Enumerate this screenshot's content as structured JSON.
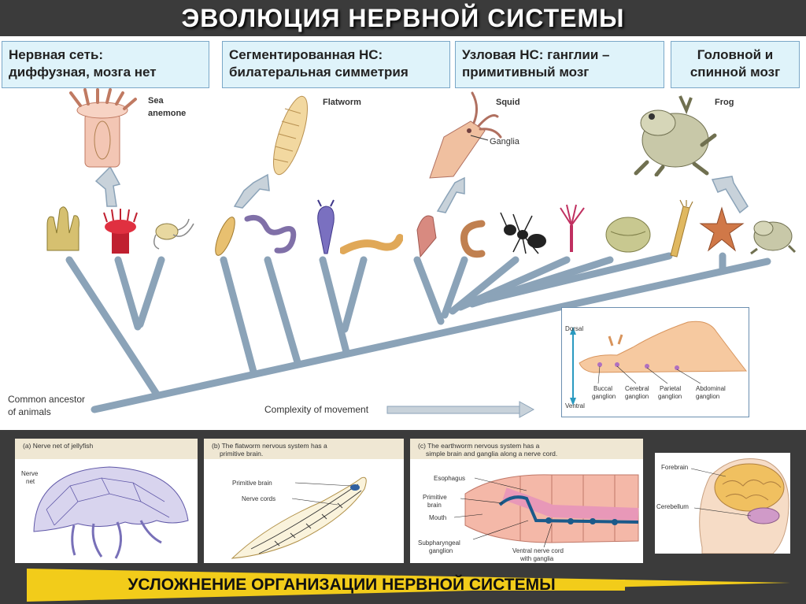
{
  "title": "ЭВОЛЮЦИЯ НЕРВНОЙ СИСТЕМЫ",
  "headers": [
    {
      "text1": "Нервная сеть:",
      "text2": "диффузная,  мозга нет"
    },
    {
      "text1": "Сегментированная НС:",
      "text2": "билатеральная симметрия"
    },
    {
      "text1": "Узловая НС:  ганглии –",
      "text2": "примитивный мозг"
    },
    {
      "text1": "Головной и",
      "text2": "спинной мозг"
    }
  ],
  "organism_labels": {
    "sea_anemone_1": "Sea",
    "sea_anemone_2": "anemone",
    "flatworm": "Flatworm",
    "squid": "Squid",
    "ganglia": "Ganglia",
    "frog": "Frog"
  },
  "tree_labels": {
    "ancestor_1": "Common ancestor",
    "ancestor_2": "of animals",
    "complexity": "Complexity of movement"
  },
  "slug_inset": {
    "dorsal": "Dorsal",
    "ventral": "Ventral",
    "buccal": [
      "Buccal",
      "ganglion"
    ],
    "cerebral": [
      "Cerebral",
      "ganglion"
    ],
    "parietal": [
      "Parietal",
      "ganglion"
    ],
    "abdominal": [
      "Abdominal",
      "ganglion"
    ]
  },
  "panels": {
    "jellyfish": {
      "caption": "(a) Nerve net of jellyfish",
      "net_1": "Nerve",
      "net_2": "net"
    },
    "flatworm": {
      "caption_1": "(b) The flatworm nervous system has a",
      "caption_2": "primitive brain.",
      "brain": "Primitive brain",
      "cords": "Nerve cords"
    },
    "earthworm": {
      "caption_1": "(c) The earthworm nervous system has a",
      "caption_2": "simple brain and ganglia along a nerve cord.",
      "esophagus": "Esophagus",
      "brain_1": "Primitive",
      "brain_2": "brain",
      "mouth": "Mouth",
      "sub_1": "Subpharyngeal",
      "sub_2": "ganglion",
      "ventral_1": "Ventral nerve cord",
      "ventral_2": "with ganglia"
    },
    "human": {
      "forebrain": "Forebrain",
      "cerebellum": "Cerebellum"
    }
  },
  "bottom_text": "УСЛОЖНЕНИЕ ОРГАНИЗАЦИИ НЕРВНОЙ СИСТЕМЫ",
  "colors": {
    "header_bg": "#dff3fa",
    "tree": "#8ba3b8",
    "arrow_bar": "#f2cc1a",
    "bar_blue": "#1f6fd0"
  }
}
